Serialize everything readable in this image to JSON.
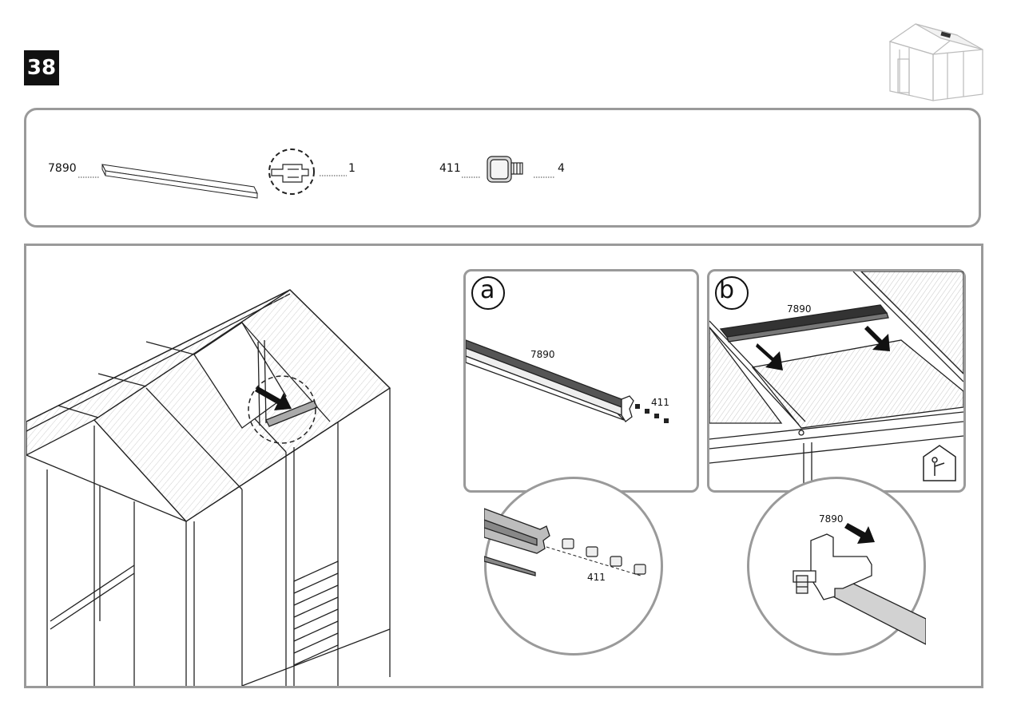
{
  "step": {
    "number": "38"
  },
  "parts": [
    {
      "code": "7890",
      "qty": "1"
    },
    {
      "code": "411",
      "qty": "4"
    }
  ],
  "panel_a": {
    "letter": "a",
    "profile_code": "7890",
    "screw_code": "411"
  },
  "detail_a": {
    "screw_code": "411"
  },
  "panel_b": {
    "letter": "b",
    "profile_code": "7890"
  },
  "detail_b": {
    "profile_code": "7890"
  }
}
